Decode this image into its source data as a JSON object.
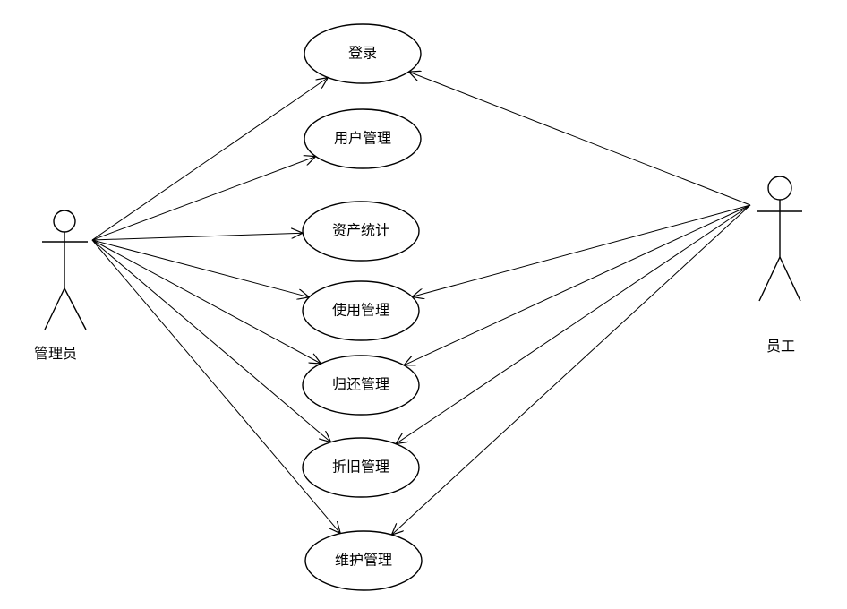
{
  "diagram": {
    "type": "use-case",
    "actors": [
      {
        "id": "admin",
        "label": "管理员"
      },
      {
        "id": "staff",
        "label": "员工"
      }
    ],
    "use_cases": [
      {
        "id": "login",
        "label": "登录"
      },
      {
        "id": "user_mgmt",
        "label": "用户管理"
      },
      {
        "id": "asset_stats",
        "label": "资产统计"
      },
      {
        "id": "usage_mgmt",
        "label": "使用管理"
      },
      {
        "id": "return_mgmt",
        "label": "归还管理"
      },
      {
        "id": "depreciation_mgmt",
        "label": "折旧管理"
      },
      {
        "id": "maintenance_mgmt",
        "label": "维护管理"
      }
    ],
    "associations": [
      {
        "from": "admin",
        "to": "login"
      },
      {
        "from": "admin",
        "to": "user_mgmt"
      },
      {
        "from": "admin",
        "to": "asset_stats"
      },
      {
        "from": "admin",
        "to": "usage_mgmt"
      },
      {
        "from": "admin",
        "to": "return_mgmt"
      },
      {
        "from": "admin",
        "to": "depreciation_mgmt"
      },
      {
        "from": "admin",
        "to": "maintenance_mgmt"
      },
      {
        "from": "staff",
        "to": "login"
      },
      {
        "from": "staff",
        "to": "usage_mgmt"
      },
      {
        "from": "staff",
        "to": "return_mgmt"
      },
      {
        "from": "staff",
        "to": "depreciation_mgmt"
      },
      {
        "from": "staff",
        "to": "maintenance_mgmt"
      }
    ]
  }
}
